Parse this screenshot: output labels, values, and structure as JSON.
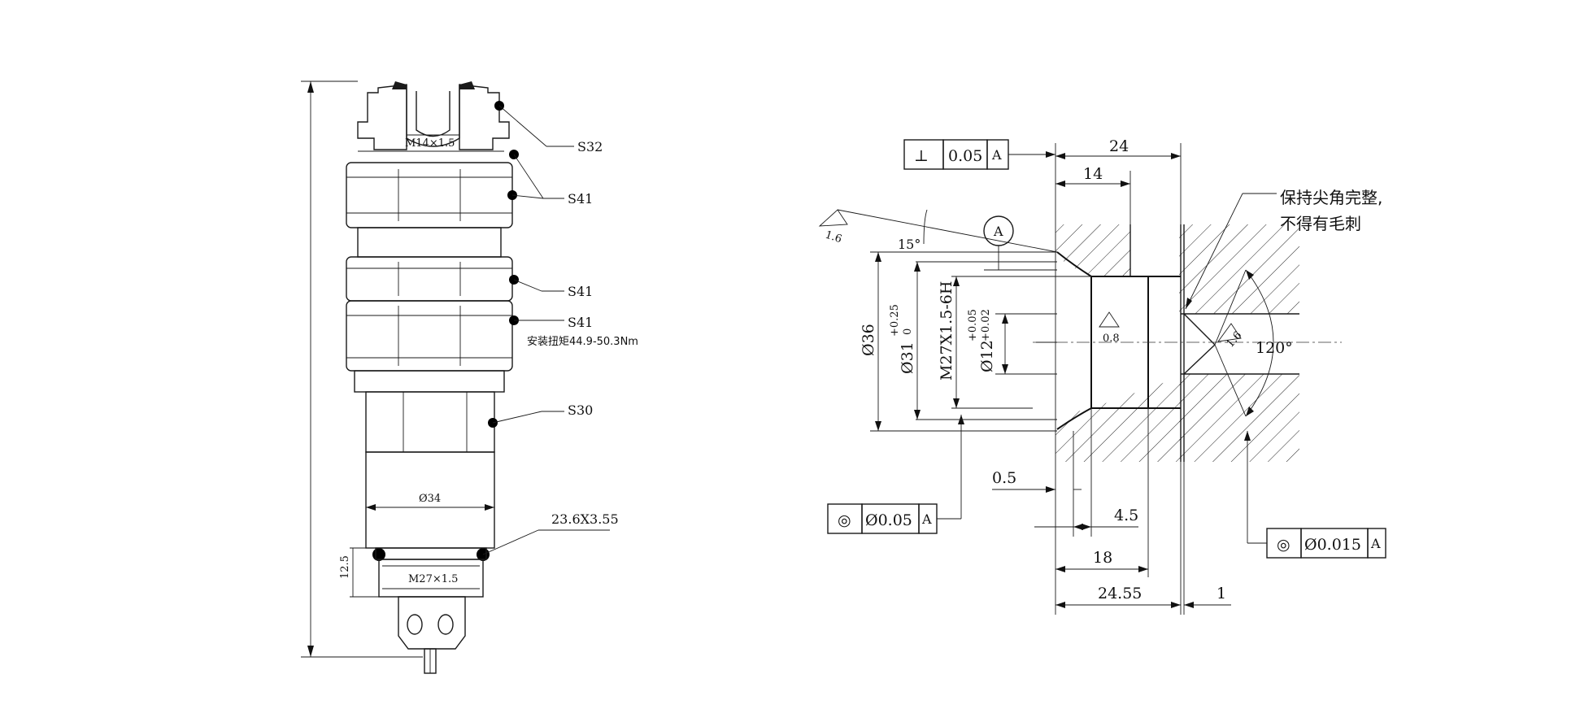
{
  "left_view": {
    "callouts": {
      "s32": "S32",
      "s41_a": "S41",
      "s41_b": "S41",
      "s41_c": "S41",
      "s30": "S30",
      "oring": "23.6X3.55"
    },
    "torque_note": "安装扭矩44.9-50.3Nm",
    "dims": {
      "top_thread": "M14×1.5",
      "body_dia": "Ø34",
      "bottom_thread": "M27×1.5",
      "height": "12.5"
    }
  },
  "right_view": {
    "gdt_perp": {
      "symbol": "⊥",
      "value": "0.05",
      "datum": "A"
    },
    "gdt_conc_left": {
      "symbol": "◎",
      "value": "Ø0.05",
      "datum": "A"
    },
    "gdt_conc_right": {
      "symbol": "◎",
      "value": "Ø0.015",
      "datum": "A"
    },
    "datum_label": "A",
    "note_line1": "保持尖角完整,",
    "note_line2": "不得有毛刺",
    "roughness": {
      "left": "1.6",
      "center": "0.8",
      "right": "1.6"
    },
    "angles": {
      "chamfer": "15°",
      "cone": "120°"
    },
    "dims": {
      "d24": "24",
      "d14": "14",
      "d36": "Ø36",
      "d31": "Ø31",
      "d31_tol_up": "+0.25",
      "d31_tol_lo": "0",
      "thread": "M27X1.5-6H",
      "d12": "Ø12",
      "d12_tol_up": "+0.05",
      "d12_tol_lo": "+0.02",
      "d05": "0.5",
      "d45": "4.5",
      "d18": "18",
      "d2455": "24.55",
      "d1": "1"
    }
  }
}
